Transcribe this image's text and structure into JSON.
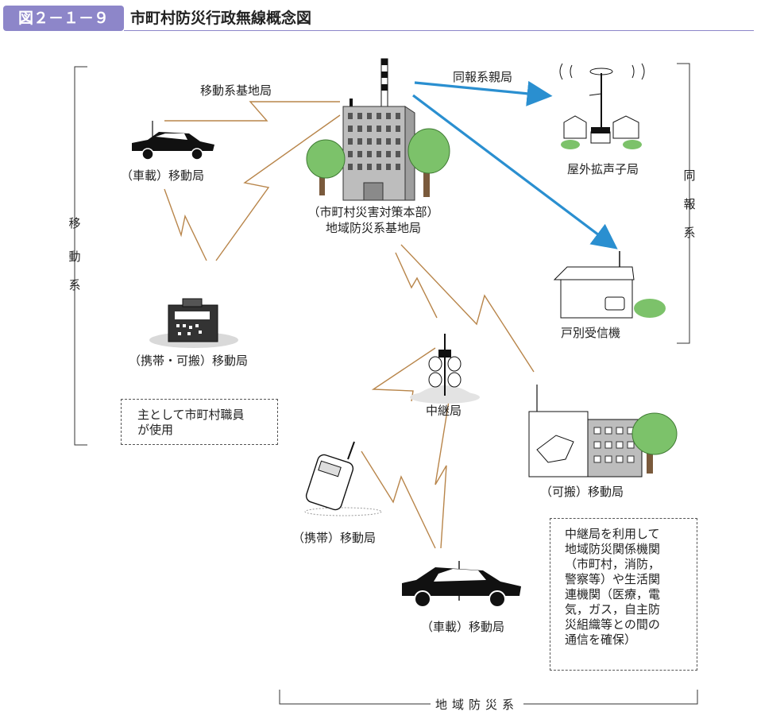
{
  "header": {
    "figure_number": "図２－１－９",
    "title": "市町村防災行政無線概念図"
  },
  "labels": {
    "mobile_base": "移動系基地局",
    "broadcast_parent": "同報系親局",
    "vehicle_top": "（車載）移動局",
    "hq_line1": "（市町村災害対策本部）",
    "hq_line2": "地域防災系基地局",
    "outdoor_speaker": "屋外拡声子局",
    "household_receiver": "戸別受信機",
    "portable_carry": "（携帯・可搬）移動局",
    "repeater": "中継局",
    "portable_station": "（可搬）移動局",
    "handheld": "（携帯）移動局",
    "vehicle_bottom": "（車載）移動局"
  },
  "groups": {
    "mobile_system": [
      "移",
      "動",
      "系"
    ],
    "broadcast_system": [
      "同",
      "報",
      "系"
    ],
    "regional_system": "地域防災系"
  },
  "notes": {
    "staff_use": [
      "主として市町村職員",
      "が使用"
    ],
    "repeater_use": [
      "中継局を利用して",
      "地域防災関係機関",
      "（市町村，消防，",
      "警察等）や生活関",
      "連機関（医療，電",
      "気，ガス，自主防",
      "災組織等との間の",
      "通信を確保）"
    ]
  },
  "colors": {
    "header_accent": "#8d86c9",
    "arrow_blue": "#2a8fd0",
    "radio_link": "#b8854a",
    "tree_green": "#7cc26a",
    "trunk_brown": "#7a5a3c",
    "building_gray": "#bdbdbd"
  }
}
